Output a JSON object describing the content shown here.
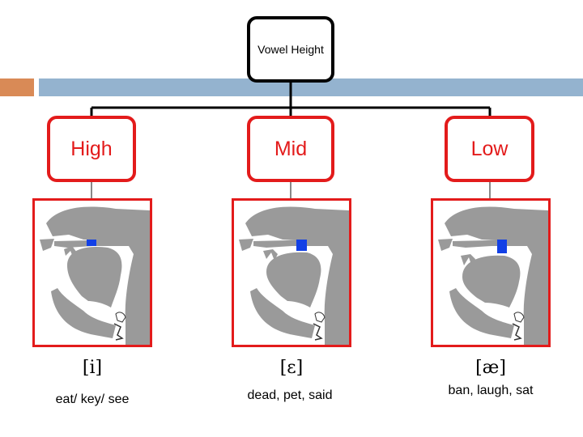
{
  "root": {
    "label": "Vowel Height"
  },
  "categories": [
    {
      "label": "High",
      "ipa": "[i]",
      "examples": "eat/ key/ see",
      "tongue_height_level": "high"
    },
    {
      "label": "Mid",
      "ipa": "[ε]",
      "examples": "dead, pet, said",
      "tongue_height_level": "mid"
    },
    {
      "label": "Low",
      "ipa": "[æ]",
      "examples": "ban, laugh, sat",
      "tongue_height_level": "low"
    }
  ],
  "colors": {
    "node_border": "#e31b1b",
    "root_border": "#000000",
    "accent_orange": "#d98a56",
    "accent_blue_bar": "#94b3cf",
    "tongue_marker": "#1240e6",
    "vocal_tract_gray": "#9a9a9a"
  }
}
